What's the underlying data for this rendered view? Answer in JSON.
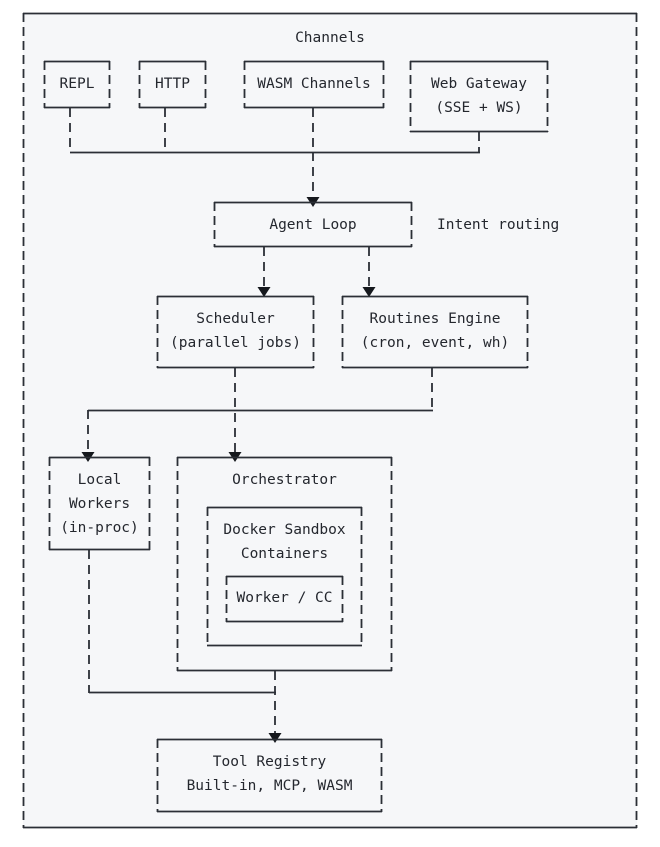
{
  "diagram": {
    "title": "Channels",
    "theme": {
      "background": "#f6f7f9",
      "page_background": "#ffffff",
      "stroke": "#2b2f36",
      "text": "#24272e",
      "arrow": "#15181d"
    },
    "annotations": [
      {
        "id": "intent-routing",
        "text": "Intent routing"
      }
    ],
    "nodes": [
      {
        "id": "repl",
        "label": "REPL",
        "lines": [
          "REPL"
        ]
      },
      {
        "id": "http",
        "label": "HTTP",
        "lines": [
          "HTTP"
        ]
      },
      {
        "id": "wasm-channels",
        "label": "WASM Channels",
        "lines": [
          "WASM Channels"
        ]
      },
      {
        "id": "web-gateway",
        "label": "Web Gateway (SSE + WS)",
        "lines": [
          "Web Gateway",
          "(SSE + WS)"
        ]
      },
      {
        "id": "agent-loop",
        "label": "Agent Loop",
        "lines": [
          "Agent Loop"
        ]
      },
      {
        "id": "scheduler",
        "label": "Scheduler (parallel jobs)",
        "lines": [
          "Scheduler",
          "(parallel jobs)"
        ]
      },
      {
        "id": "routines-engine",
        "label": "Routines Engine (cron, event, wh)",
        "lines": [
          "Routines Engine",
          "(cron, event, wh)"
        ]
      },
      {
        "id": "local-workers",
        "label": "Local Workers (in-proc)",
        "lines": [
          "Local",
          "Workers",
          "(in-proc)"
        ]
      },
      {
        "id": "orchestrator",
        "label": "Orchestrator",
        "lines": [
          "Orchestrator"
        ]
      },
      {
        "id": "docker-sandbox",
        "label": "Docker Sandbox Containers",
        "lines": [
          "Docker Sandbox",
          "Containers"
        ]
      },
      {
        "id": "worker-cc",
        "label": "Worker / CC",
        "lines": [
          "Worker / CC"
        ]
      },
      {
        "id": "tool-registry",
        "label": "Tool Registry Built-in, MCP, WASM",
        "lines": [
          "Tool Registry",
          "Built-in, MCP, WASM"
        ]
      }
    ],
    "edges": [
      {
        "from": "repl",
        "to": "agent-loop",
        "arrow": true
      },
      {
        "from": "http",
        "to": "agent-loop",
        "arrow": true
      },
      {
        "from": "wasm-channels",
        "to": "agent-loop",
        "arrow": true
      },
      {
        "from": "web-gateway",
        "to": "agent-loop",
        "arrow": true
      },
      {
        "from": "agent-loop",
        "to": "scheduler",
        "arrow": true
      },
      {
        "from": "agent-loop",
        "to": "routines-engine",
        "arrow": true
      },
      {
        "from": "scheduler",
        "to": "local-workers",
        "arrow": true
      },
      {
        "from": "scheduler",
        "to": "orchestrator",
        "arrow": true
      },
      {
        "from": "routines-engine",
        "to": "local-workers",
        "arrow": true
      },
      {
        "from": "routines-engine",
        "to": "orchestrator",
        "arrow": true
      },
      {
        "from": "local-workers",
        "to": "tool-registry",
        "arrow": true
      },
      {
        "from": "orchestrator",
        "to": "tool-registry",
        "arrow": true
      }
    ]
  }
}
